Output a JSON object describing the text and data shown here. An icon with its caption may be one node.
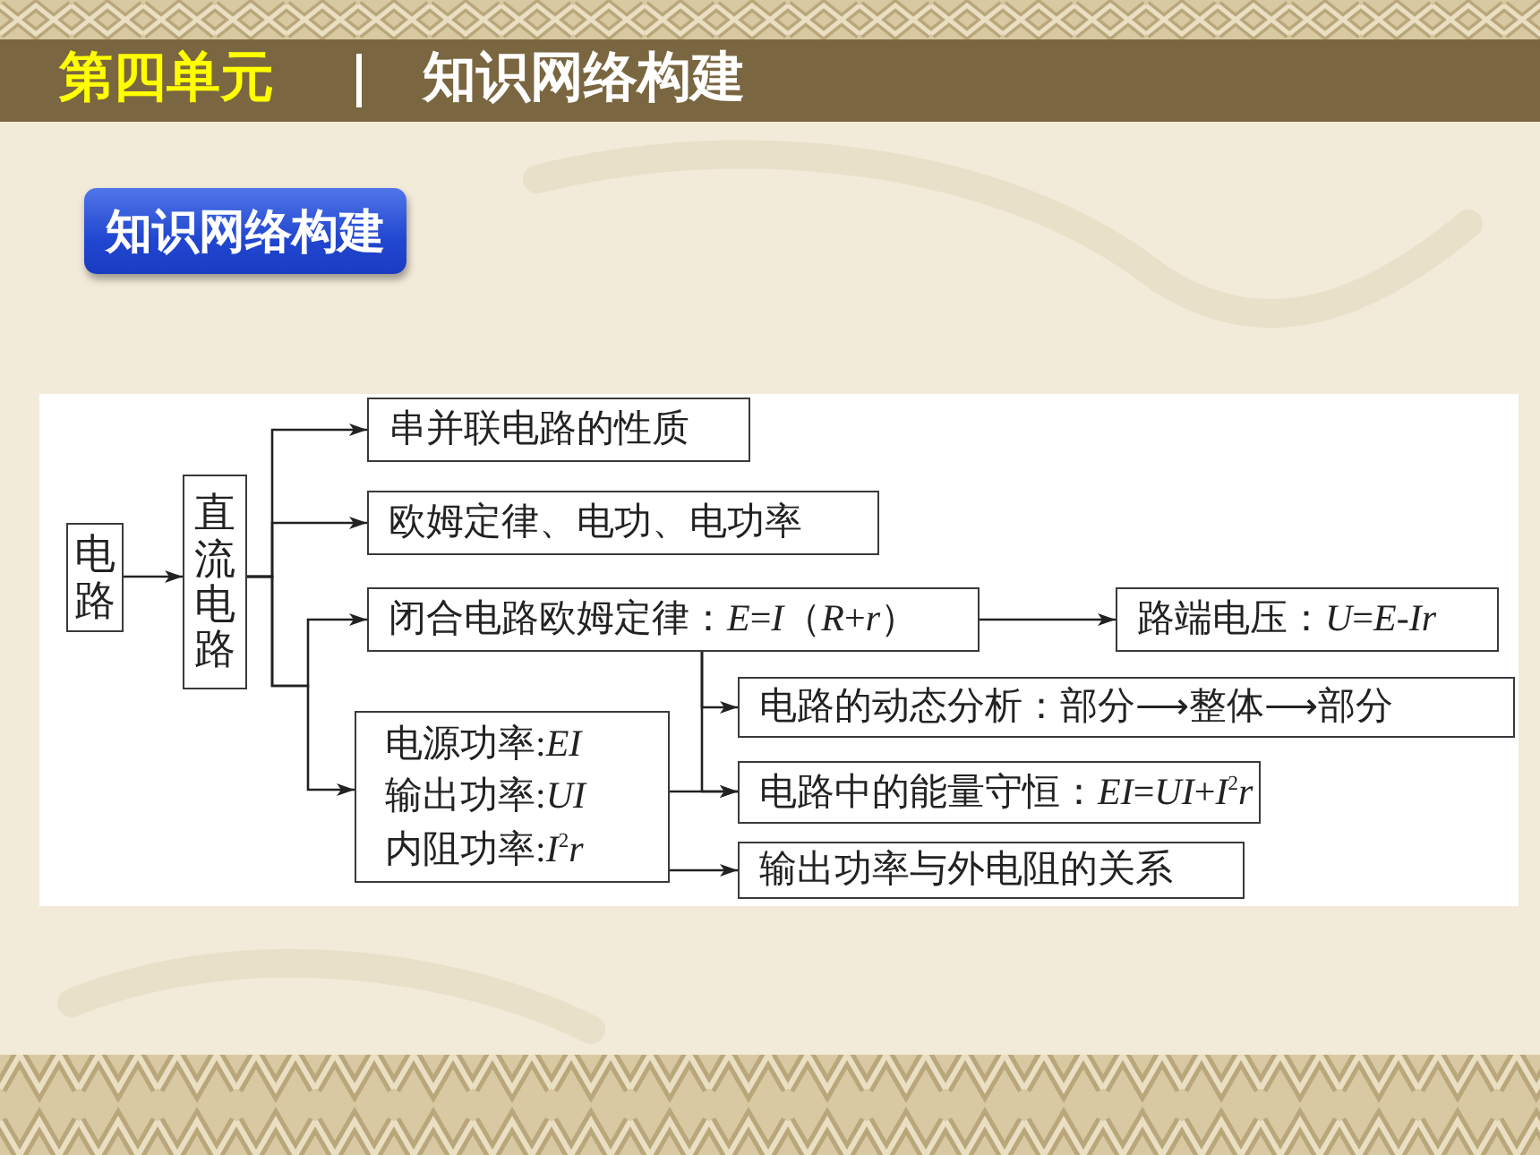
{
  "diagram": {
    "title": "知识网络构建",
    "nodes": [
      {
        "text": [
          "电路"
        ]
      },
      {
        "text": [
          "直流电路"
        ]
      },
      {
        "text": [
          "串并联电路的性质"
        ]
      },
      {
        "text": [
          "欧姆定律、电功、电功率"
        ]
      },
      {
        "text": [
          "闭合电路欧姆定律：*E*=*I*（*R*+*r*）"
        ]
      },
      {
        "text": [
          "路端电压：*U*=*E*-*Ir*"
        ]
      },
      {
        "text": [
          "电源功率:*EI*",
          "输出功率:*UI*",
          "内阻功率:*I*$^{2}$*r*"
        ]
      },
      {
        "text": [
          "电路的动态分析：部分⟶整体⟶部分"
        ]
      },
      {
        "text": [
          "电路中的能量守恒：*EI*=*UI*+*I*$^{2}$*r*"
        ]
      },
      {
        "text": [
          "输出功率与外电阻的关系"
        ]
      }
    ],
    "edges": [
      {
        "from": 0,
        "to": 1,
        "arrow": "to"
      },
      {
        "from": 1,
        "to": 2,
        "arrow": "to"
      },
      {
        "from": 1,
        "to": 3,
        "arrow": "to"
      },
      {
        "from": 1,
        "to": 4,
        "arrow": "to"
      },
      {
        "from": 1,
        "to": 6,
        "arrow": "to"
      },
      {
        "from": 4,
        "to": 5,
        "arrow": "to"
      },
      {
        "from": 4,
        "to": 7,
        "arrow": "to"
      },
      {
        "from": 4,
        "to": 8,
        "arrow": "to"
      },
      {
        "from": 6,
        "to": 8,
        "arrow": "to"
      },
      {
        "from": 6,
        "to": 9,
        "arrow": "to"
      }
    ],
    "labels": [
      "第四单元",
      "知识网络构建"
    ]
  }
}
